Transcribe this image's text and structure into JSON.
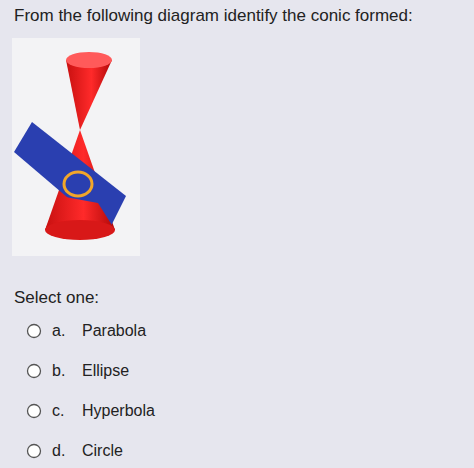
{
  "diagram": {
    "title": "From the following diagram identify the conic formed:",
    "labels": [
      "Select one:",
      "a.",
      "Parabola",
      "b.",
      "Ellipse",
      "c.",
      "Hyperbola",
      "d.",
      "Circle"
    ]
  }
}
